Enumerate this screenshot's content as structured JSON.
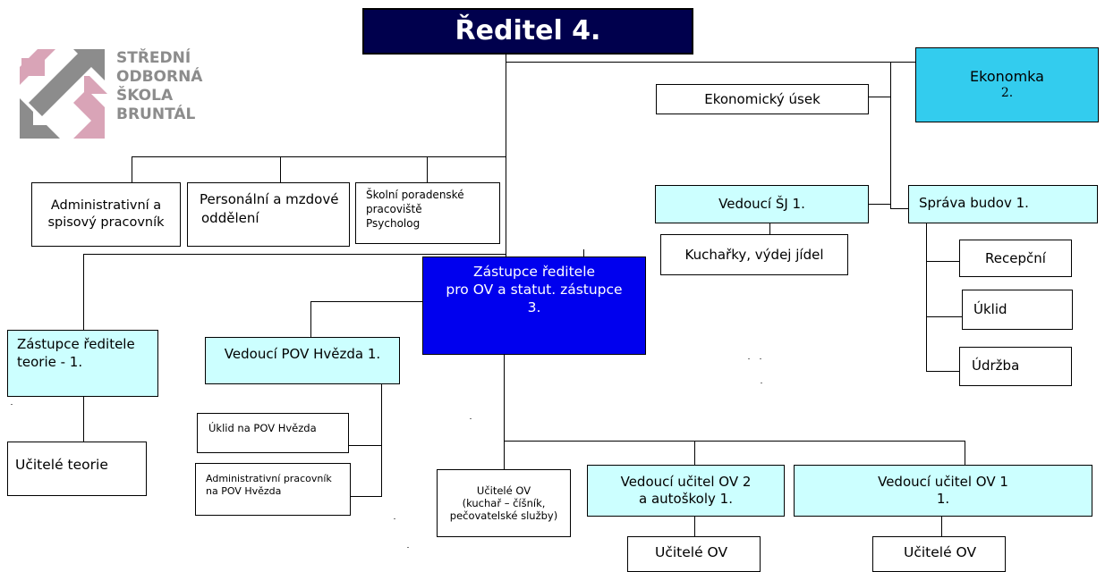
{
  "director": {
    "label": "Ředitel 4."
  },
  "logo": {
    "lines": [
      "STŘEDNÍ",
      "ODBORNÁ",
      "ŠKOLA",
      "BRUNTÁL"
    ],
    "colors": {
      "gray": "#8c8c8c",
      "pink": "#d9a4b7"
    }
  },
  "economy": {
    "section": "Ekonomický úsek",
    "economist": {
      "title": "Ekonomka",
      "count": "2."
    }
  },
  "staff": {
    "admin": [
      "Administrativní a",
      "spisový pracovník"
    ],
    "personnel": [
      "Personální a mzdové",
      "oddělení"
    ],
    "counseling": [
      "Školní poradenské",
      "pracoviště",
      "Psycholog"
    ]
  },
  "canteen": {
    "head": "Vedoucí ŠJ 1.",
    "cooks": "Kuchařky, výdej jídel"
  },
  "buildings": {
    "head": "Správa budov 1.",
    "items": [
      "Recepční",
      "Úklid",
      "Údržba"
    ]
  },
  "deputy_main": {
    "lines": [
      "Zástupce ředitele",
      "pro OV a statut. zástupce",
      "3."
    ]
  },
  "deputy_theory": {
    "lines": [
      "Zástupce ředitele",
      "teorie - 1."
    ],
    "teachers": "Učitelé teorie"
  },
  "pov": {
    "head": "Vedoucí POV Hvězda 1.",
    "cleaning": "Úklid na POV Hvězda",
    "admin": [
      "Administrativní pracovník",
      "na POV Hvězda"
    ]
  },
  "ov_teachers": {
    "lines": [
      "Učitelé OV",
      "(kuchař – číšník,",
      "pečovatelské služby)"
    ]
  },
  "ov_head2": {
    "lines": [
      "Vedoucí učitel OV 2",
      "a autoškoly 1."
    ],
    "sub": "Učitelé OV"
  },
  "ov_head1": {
    "lines": [
      "Vedoucí učitel OV 1",
      "1."
    ],
    "sub": "Učitelé OV"
  },
  "colors": {
    "director_bg": "#00004d",
    "deputy_bg": "#0000ee",
    "economist_bg": "#33ccee",
    "light_cyan": "#ccffff"
  }
}
